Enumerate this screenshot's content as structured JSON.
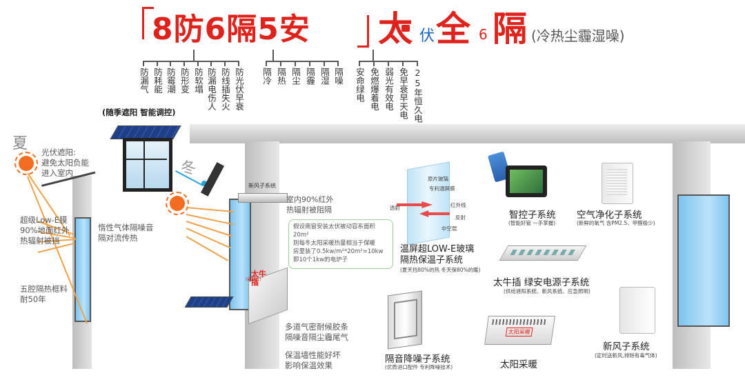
{
  "header": {
    "part1": "8防6隔5安",
    "part2_tai": "太",
    "part2_fu": "伏",
    "part2_quan": "全",
    "part2_six": "6",
    "part2_ge": "隔",
    "part3": "(冷热尘霾湿噪)"
  },
  "tree": {
    "fang": [
      "防漏气",
      "防耗能",
      "防霉潮",
      "防形变",
      "防软塌",
      "防漏电伤人",
      "防线插失火",
      "防光伏早衰"
    ],
    "ge": [
      "隔冷",
      "隔热",
      "隔尘",
      "隔霾",
      "隔湿",
      "隔噪"
    ],
    "an": [
      "安命绿电",
      "免燃爆着电",
      "弱光有效电",
      "免早衰早天电",
      "25年恒久电"
    ]
  },
  "left": {
    "caption_top": "(随季遮阳  智能调控)",
    "summer": "夏",
    "winter": "冬",
    "pv_shade": [
      "光伏遮阳:",
      "避免太阳负能",
      "进入室内"
    ],
    "lowe_film": [
      "超级Low-E膜",
      "90%地面红外",
      "热辐射被挡"
    ],
    "inert_gas": [
      "惰性气体隔噪音",
      "隔对流传热"
    ],
    "frame": [
      "五腔隔热框料",
      "耐50年"
    ],
    "fresh_air_label": "新风子系统",
    "indoor_ir": [
      "室内90%红外",
      "热辐射被阻隔"
    ],
    "calc_box": [
      "假设南窗安装太伏被动容系面积",
      "20m²",
      "则每冬太阳采暖热量相当于保暖",
      "房里装了0.5kw/m²*20m²=10kw",
      "即10个1kw的电炉子"
    ],
    "plug_label": [
      "太牛",
      "插"
    ],
    "plug_small": "(最佳位)",
    "seals": [
      "多道气密耐候胶条",
      "隔噪音隔尘霾尾气"
    ],
    "insulated_wall": [
      "保温墙性能好坏",
      "影响保温效果"
    ]
  },
  "glass_diagram": {
    "l1": "原片玻璃",
    "l2": "专利温屏膜",
    "l3": "红外线",
    "l4": "透射",
    "l5": "反射",
    "l6": "中空层"
  },
  "subsystems": {
    "glass": {
      "title": [
        "温屏超LOW-E玻璃",
        "隔热保温子系统"
      ],
      "note": "(夏天挡80%的热 冬天保80%的暖)"
    },
    "control": {
      "title": "智控子系统",
      "note": "(智能好管 一手掌握)"
    },
    "air": {
      "title": "空气净化子系统",
      "note": "(新鲜的氧气 含PM2.5、甲醛极少)"
    },
    "plug": {
      "title": "太牛插  绿安电源子系统",
      "note": "(供给遮阳系统、新风系统、应急照明)"
    },
    "noise": {
      "title": "隔音降噪子系统",
      "note": "(优质进口配件 专利降噪技术)"
    },
    "heating": {
      "title": "太阳采暖",
      "badge": "太阳采暖"
    },
    "fresh": {
      "title": "新风子系统",
      "note": "(定时送新风,排除有毒气体)"
    }
  },
  "colors": {
    "red": "#e0221d",
    "blue": "#1a63b8",
    "glass": "#8fd0f5",
    "sun": "#f26d1f"
  }
}
